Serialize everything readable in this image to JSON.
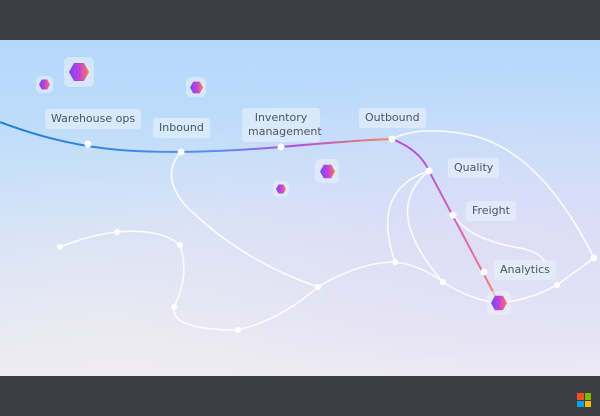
{
  "labels": {
    "warehouse": "Warehouse ops",
    "inbound": "Inbound",
    "inventory": "Inventory management",
    "outbound": "Outbound",
    "quality": "Quality",
    "freight": "Freight",
    "analytics": "Analytics"
  },
  "colors": {
    "line_start": "#1a7fd4",
    "line_mid": "#b44be0",
    "line_end": "#f08a5a",
    "ms": [
      "#f25022",
      "#7fba00",
      "#00a4ef",
      "#ffb900"
    ]
  },
  "icons": [
    "app-hex-icon",
    "microsoft-logo-icon"
  ]
}
